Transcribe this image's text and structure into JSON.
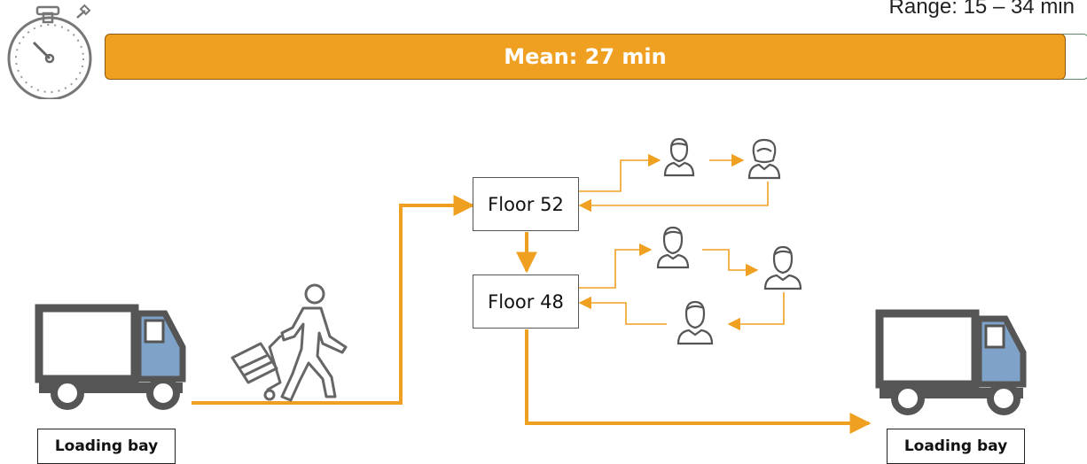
{
  "header": {
    "range_text": "Range: 15 – 34 min",
    "mean_text": "Mean: 27 min"
  },
  "floors": {
    "upper": "Floor 52",
    "lower": "Floor 48"
  },
  "bays": {
    "origin": "Loading bay",
    "destination": "Loading bay"
  },
  "icons": {
    "timer": "stopwatch-icon",
    "courier": "walking-person-with-hand-truck-icon",
    "vehicle": "delivery-truck-icon",
    "people": "person-icon"
  },
  "colors": {
    "accent": "#F0A020",
    "truck_cab": "#7FA3C8",
    "icon_gray": "#666666"
  }
}
